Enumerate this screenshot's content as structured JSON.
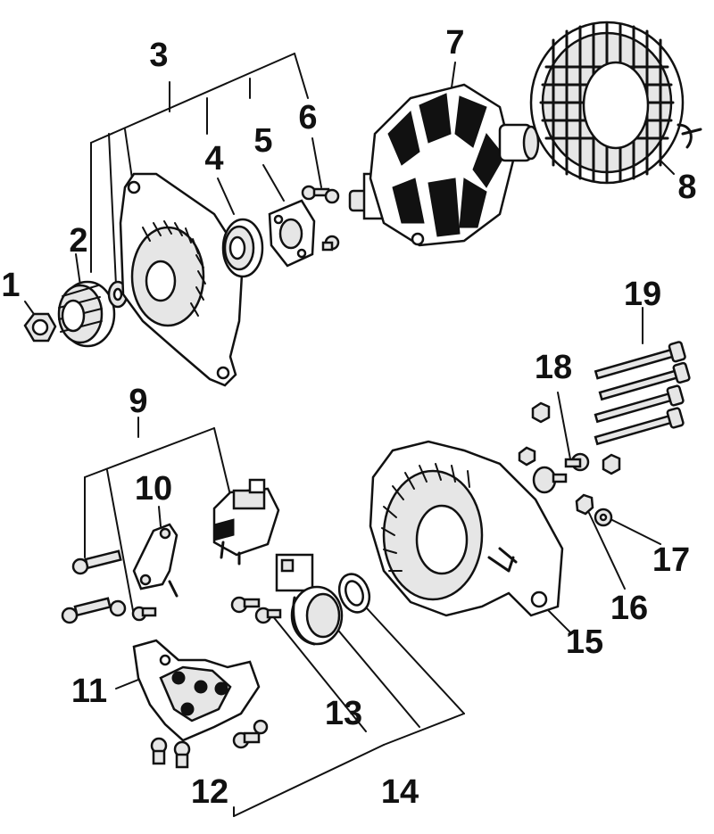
{
  "diagram": {
    "part_labels": [
      "1",
      "2",
      "3",
      "4",
      "5",
      "6",
      "7",
      "8",
      "9",
      "10",
      "11",
      "12",
      "13",
      "14",
      "15",
      "16",
      "17",
      "18",
      "19"
    ]
  }
}
